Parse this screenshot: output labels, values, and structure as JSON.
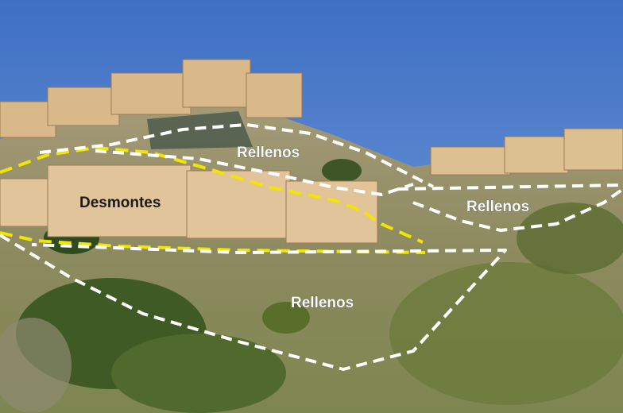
{
  "labels": {
    "upper_fill": "Rellenos",
    "cut": "Desmontes",
    "right_fill": "Rellenos",
    "lower_fill": "Rellenos"
  },
  "colors": {
    "sky": "#4a78c8",
    "fill_outline": "#ffffff",
    "cut_outline": "#f2e600"
  }
}
